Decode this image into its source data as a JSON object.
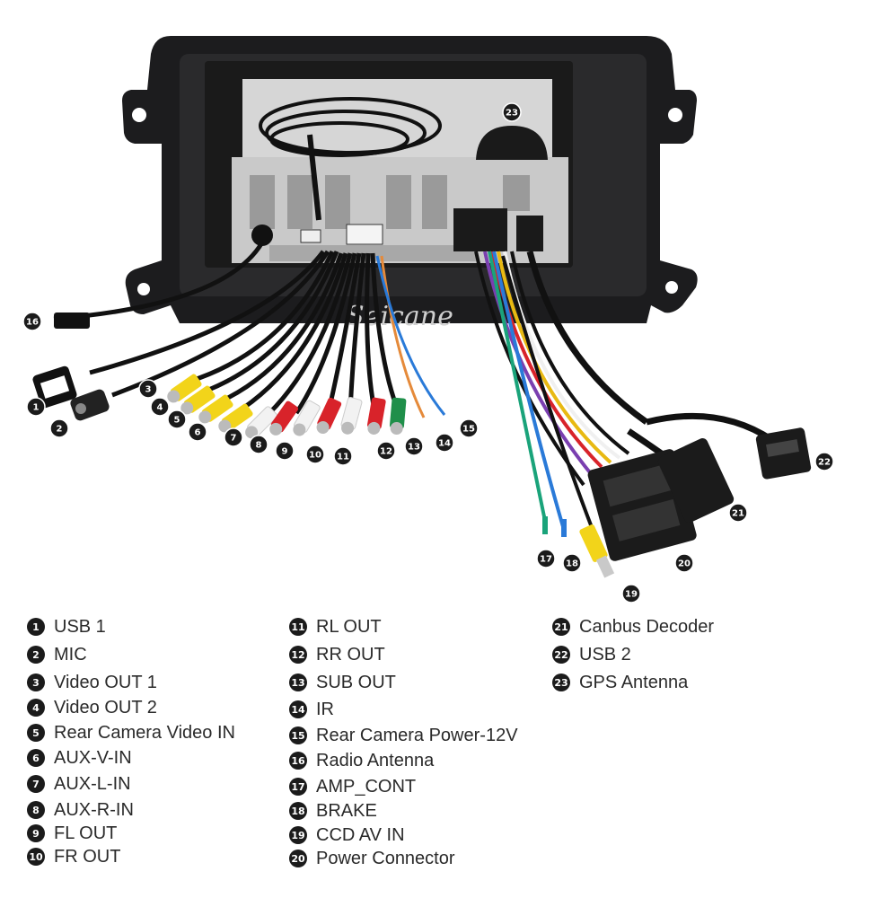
{
  "watermark": "Seicane",
  "callouts": [
    {
      "n": "1",
      "label": "USB 1"
    },
    {
      "n": "2",
      "label": "MIC"
    },
    {
      "n": "3",
      "label": "Video OUT 1"
    },
    {
      "n": "4",
      "label": "Video OUT 2"
    },
    {
      "n": "5",
      "label": "Rear Camera Video IN"
    },
    {
      "n": "6",
      "label": "AUX-V-IN"
    },
    {
      "n": "7",
      "label": "AUX-L-IN"
    },
    {
      "n": "8",
      "label": "AUX-R-IN"
    },
    {
      "n": "9",
      "label": "FL OUT"
    },
    {
      "n": "10",
      "label": "FR OUT"
    },
    {
      "n": "11",
      "label": "RL OUT"
    },
    {
      "n": "12",
      "label": "RR OUT"
    },
    {
      "n": "13",
      "label": "SUB OUT"
    },
    {
      "n": "14",
      "label": "IR"
    },
    {
      "n": "15",
      "label": "Rear Camera Power-12V"
    },
    {
      "n": "16",
      "label": "Radio Antenna"
    },
    {
      "n": "17",
      "label": "AMP_CONT"
    },
    {
      "n": "18",
      "label": "BRAKE"
    },
    {
      "n": "19",
      "label": "CCD AV IN"
    },
    {
      "n": "20",
      "label": "Power Connector"
    },
    {
      "n": "21",
      "label": "Canbus Decoder"
    },
    {
      "n": "22",
      "label": "USB 2"
    },
    {
      "n": "23",
      "label": "GPS Antenna"
    }
  ],
  "colors": {
    "badge": "#1b1b1b",
    "frame": "#1c1c1e",
    "metal": "#c9c9c9",
    "rca_yellow": "#f2d41a",
    "rca_red": "#d8232a",
    "rca_white": "#f2f2f2",
    "rca_green": "#1f8f4a"
  }
}
